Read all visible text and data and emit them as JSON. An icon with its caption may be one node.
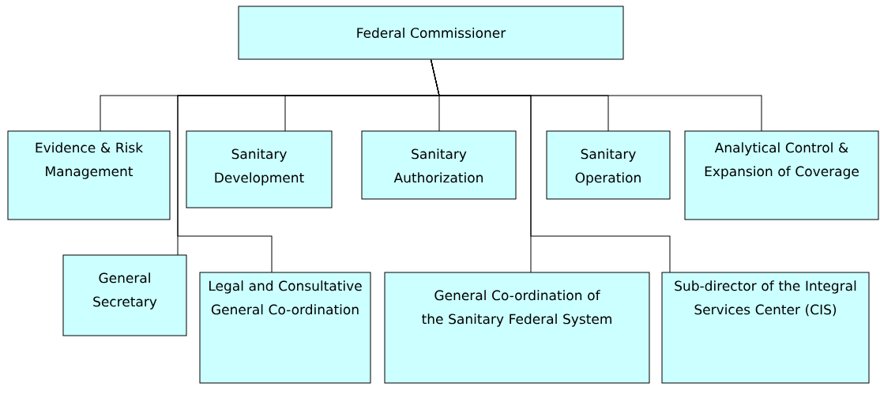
{
  "diagram": {
    "nodes": [
      {
        "text": [
          "Federal Commissioner"
        ]
      },
      {
        "text": [
          "Evidence & Risk Management"
        ]
      },
      {
        "text": [
          "Sanitary Development"
        ]
      },
      {
        "text": [
          "Sanitary Authorization"
        ]
      },
      {
        "text": [
          "Sanitary Operation"
        ]
      },
      {
        "text": [
          "Analytical Control & Expansion of Coverage"
        ]
      },
      {
        "text": [
          "General Secretary"
        ]
      },
      {
        "text": [
          "Legal and Consultative General Co-ordination"
        ]
      },
      {
        "text": [
          "General Co-ordination of the Sanitary Federal System"
        ]
      },
      {
        "text": [
          "Sub-director of the Integral Services Center (CIS)"
        ]
      }
    ],
    "edges": [
      {
        "from": 0,
        "to": 1,
        "arrow": "none"
      },
      {
        "from": 0,
        "to": 2,
        "arrow": "none"
      },
      {
        "from": 0,
        "to": 3,
        "arrow": "none"
      },
      {
        "from": 0,
        "to": 4,
        "arrow": "none"
      },
      {
        "from": 0,
        "to": 5,
        "arrow": "none"
      },
      {
        "from": 0,
        "to": 6,
        "arrow": "none"
      },
      {
        "from": 0,
        "to": 7,
        "arrow": "none"
      },
      {
        "from": 0,
        "to": 8,
        "arrow": "none"
      },
      {
        "from": 0,
        "to": 9,
        "arrow": "none"
      }
    ]
  }
}
